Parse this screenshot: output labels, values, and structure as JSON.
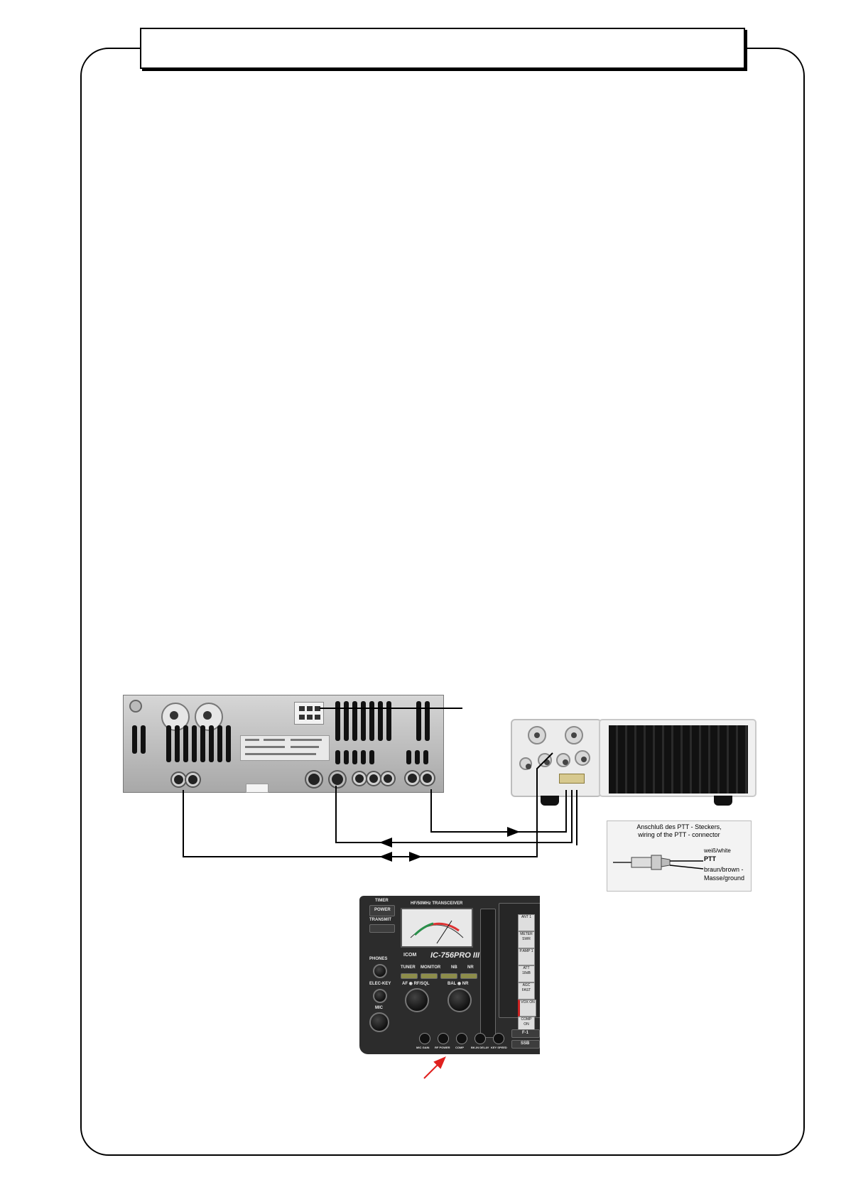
{
  "page": {
    "title": ""
  },
  "inset": {
    "heading_line1": "Anschluß des PTT - Steckers,",
    "heading_line2": "wiring of the PTT - connector",
    "label_white": "weiß/white",
    "label_ptt": "PTT",
    "label_brown": "braun/brown -",
    "label_ground": "Masse/ground"
  },
  "front_panel": {
    "timer": "TIMER",
    "power": "POWER",
    "transmit": "TRANSMIT",
    "phones": "PHONES",
    "elec_key": "ELEC-KEY",
    "mic": "MIC",
    "model_header": "HF/50MHz TRANSCEIVER",
    "brand": "ICOM",
    "model": "IC-756PRO III",
    "tuner": "TUNER",
    "monitor": "MONITOR",
    "nb": "NB",
    "nr": "NR",
    "af_rf": "AF ◉ RF/SQL",
    "bal_nr": "BAL ◉ NR",
    "side_keys": [
      "ANT 1",
      "METER SWR",
      "P.AMP 1",
      "ATT 18dB",
      "AGC FAST",
      "VOX ON",
      "COMP ON"
    ],
    "f1": "F-1",
    "ssb": "SSB",
    "bottom_knobs": [
      "MIC GAIN",
      "RF POWER",
      "COMP",
      "BK-IN DELAY",
      "KEY SPEED"
    ]
  },
  "colors": {
    "frame": "#000000",
    "arrow_red": "#e0201e"
  }
}
